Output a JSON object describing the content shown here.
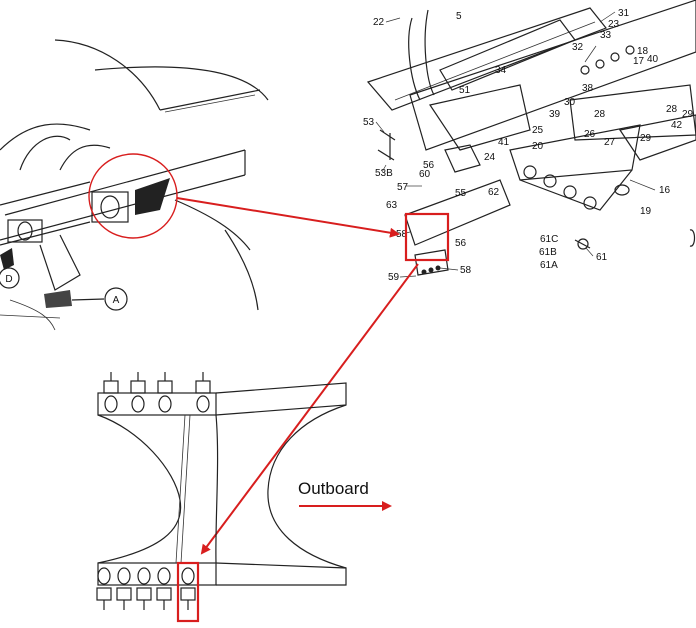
{
  "colors": {
    "accent_red": "#d81e1e",
    "line": "#222222"
  },
  "direction_label": "Outboard",
  "detail_view_marker": "A",
  "view_marker": "D",
  "part_callouts": [
    {
      "id": "c22",
      "text": "22"
    },
    {
      "id": "c5",
      "text": "5"
    },
    {
      "id": "c31",
      "text": "31"
    },
    {
      "id": "c23",
      "text": "23"
    },
    {
      "id": "c33",
      "text": "33"
    },
    {
      "id": "c32",
      "text": "32"
    },
    {
      "id": "c18",
      "text": "18"
    },
    {
      "id": "c17",
      "text": "17"
    },
    {
      "id": "c40",
      "text": "40"
    },
    {
      "id": "c34",
      "text": "34"
    },
    {
      "id": "c51",
      "text": "51"
    },
    {
      "id": "c38",
      "text": "38"
    },
    {
      "id": "c30",
      "text": "30"
    },
    {
      "id": "c28a",
      "text": "28"
    },
    {
      "id": "c29a",
      "text": "29"
    },
    {
      "id": "c42",
      "text": "42"
    },
    {
      "id": "c39",
      "text": "39"
    },
    {
      "id": "c53",
      "text": "53"
    },
    {
      "id": "c25",
      "text": "25"
    },
    {
      "id": "c28b",
      "text": "28"
    },
    {
      "id": "c41",
      "text": "41"
    },
    {
      "id": "c26",
      "text": "26"
    },
    {
      "id": "c27",
      "text": "27"
    },
    {
      "id": "c29b",
      "text": "29"
    },
    {
      "id": "c20",
      "text": "20"
    },
    {
      "id": "c24",
      "text": "24"
    },
    {
      "id": "c53b",
      "text": "53B"
    },
    {
      "id": "c56a",
      "text": "56"
    },
    {
      "id": "c60",
      "text": "60"
    },
    {
      "id": "c57",
      "text": "57"
    },
    {
      "id": "c55",
      "text": "55"
    },
    {
      "id": "c62",
      "text": "62"
    },
    {
      "id": "c16",
      "text": "16"
    },
    {
      "id": "c19",
      "text": "19"
    },
    {
      "id": "c63",
      "text": "63"
    },
    {
      "id": "c58a",
      "text": "58"
    },
    {
      "id": "c56b",
      "text": "56"
    },
    {
      "id": "c61c",
      "text": "61C"
    },
    {
      "id": "c61b",
      "text": "61B"
    },
    {
      "id": "c61a",
      "text": "61A"
    },
    {
      "id": "c61",
      "text": "61"
    },
    {
      "id": "c59",
      "text": "59"
    },
    {
      "id": "c58b",
      "text": "58"
    }
  ]
}
